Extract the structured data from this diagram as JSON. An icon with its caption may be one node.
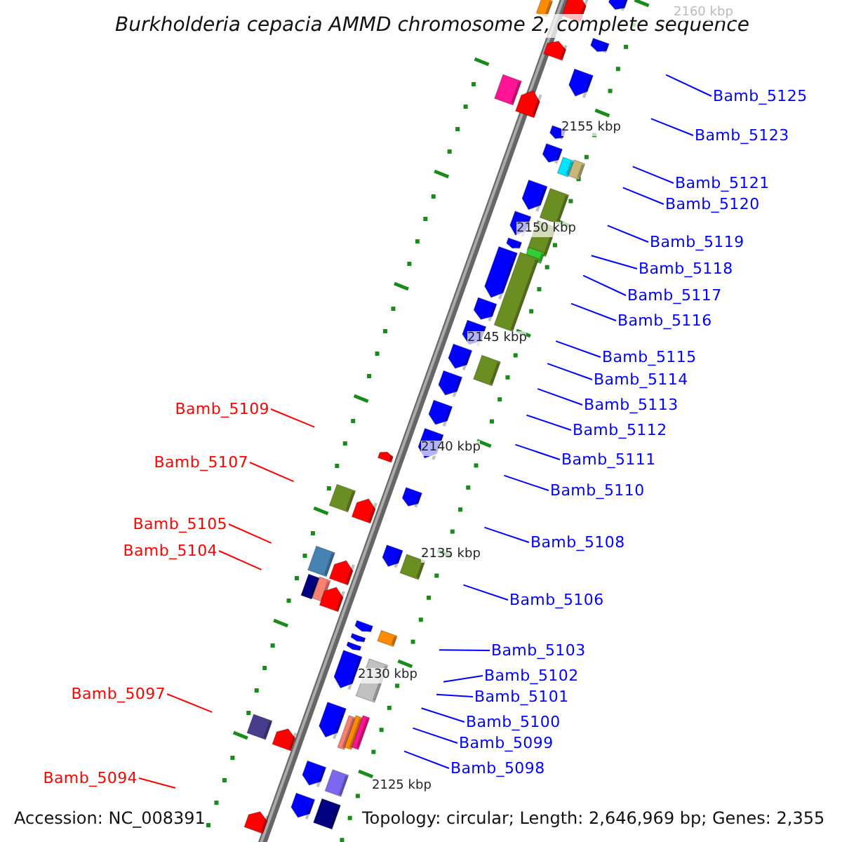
{
  "diagram": {
    "title": "Burkholderia cepacia AMMD chromosome 2, complete sequence",
    "nodes": [
      {
        "text": [
          "Bamb_5125"
        ]
      },
      {
        "text": [
          "Bamb_5123"
        ]
      },
      {
        "text": [
          "Bamb_5121"
        ]
      },
      {
        "text": [
          "Bamb_5120"
        ]
      },
      {
        "text": [
          "Bamb_5119"
        ]
      },
      {
        "text": [
          "Bamb_5118"
        ]
      },
      {
        "text": [
          "Bamb_5117"
        ]
      },
      {
        "text": [
          "Bamb_5116"
        ]
      },
      {
        "text": [
          "Bamb_5115"
        ]
      },
      {
        "text": [
          "Bamb_5114"
        ]
      },
      {
        "text": [
          "Bamb_5113"
        ]
      },
      {
        "text": [
          "Bamb_5109"
        ]
      },
      {
        "text": [
          "Bamb_5112"
        ]
      },
      {
        "text": [
          "Bamb_5111"
        ]
      },
      {
        "text": [
          "Bamb_5107"
        ]
      },
      {
        "text": [
          "Bamb_5110"
        ]
      },
      {
        "text": [
          "Bamb_5105"
        ]
      },
      {
        "text": [
          "Bamb_5108"
        ]
      },
      {
        "text": [
          "Bamb_5104"
        ]
      },
      {
        "text": [
          "Bamb_5106"
        ]
      },
      {
        "text": [
          "Bamb_5103"
        ]
      },
      {
        "text": [
          "Bamb_5102"
        ]
      },
      {
        "text": [
          "Bamb_5097"
        ]
      },
      {
        "text": [
          "Bamb_5101"
        ]
      },
      {
        "text": [
          "Bamb_5100"
        ]
      },
      {
        "text": [
          "Bamb_5099"
        ]
      },
      {
        "text": [
          "Bamb_5098"
        ]
      },
      {
        "text": [
          "Bamb_5094"
        ]
      }
    ],
    "edges": [
      {
        "from": 0,
        "to": null,
        "arrow": "none"
      },
      {
        "from": 1,
        "to": null,
        "arrow": "none"
      },
      {
        "from": 2,
        "to": null,
        "arrow": "none"
      },
      {
        "from": 3,
        "to": null,
        "arrow": "none"
      },
      {
        "from": 4,
        "to": null,
        "arrow": "none"
      },
      {
        "from": 5,
        "to": null,
        "arrow": "none"
      },
      {
        "from": 6,
        "to": null,
        "arrow": "none"
      },
      {
        "from": 7,
        "to": null,
        "arrow": "none"
      },
      {
        "from": 8,
        "to": null,
        "arrow": "none"
      },
      {
        "from": 9,
        "to": null,
        "arrow": "none"
      },
      {
        "from": 10,
        "to": null,
        "arrow": "none"
      },
      {
        "from": 11,
        "to": null,
        "arrow": "none",
        "color": "#ff0000"
      },
      {
        "from": 12,
        "to": null,
        "arrow": "none"
      },
      {
        "from": 13,
        "to": null,
        "arrow": "none"
      },
      {
        "from": 14,
        "to": null,
        "arrow": "none",
        "color": "#ff0000"
      },
      {
        "from": 15,
        "to": null,
        "arrow": "none"
      },
      {
        "from": 16,
        "to": null,
        "arrow": "none",
        "color": "#ff0000"
      },
      {
        "from": 17,
        "to": null,
        "arrow": "none"
      },
      {
        "from": 18,
        "to": null,
        "arrow": "none",
        "color": "#ff0000"
      },
      {
        "from": 19,
        "to": null,
        "arrow": "none"
      },
      {
        "from": 20,
        "to": null,
        "arrow": "none"
      },
      {
        "from": 21,
        "to": null,
        "arrow": "none"
      },
      {
        "from": 22,
        "to": null,
        "arrow": "none",
        "color": "#ff0000"
      },
      {
        "from": 23,
        "to": null,
        "arrow": "none"
      },
      {
        "from": 24,
        "to": null,
        "arrow": "none"
      },
      {
        "from": 25,
        "to": null,
        "arrow": "none"
      },
      {
        "from": 26,
        "to": null,
        "arrow": "none"
      },
      {
        "from": 27,
        "to": null,
        "arrow": "none",
        "color": "#ff0000"
      }
    ],
    "labels": [
      "2160 kbp",
      "2155 kbp",
      "2150 kbp",
      "2145 kbp",
      "2140 kbp",
      "2135 kbp",
      "2130 kbp",
      "2125 kbp",
      "Accession: NC_008391",
      "Topology: circular; Length: 2,646,969 bp; Genes: 2,355"
    ]
  }
}
